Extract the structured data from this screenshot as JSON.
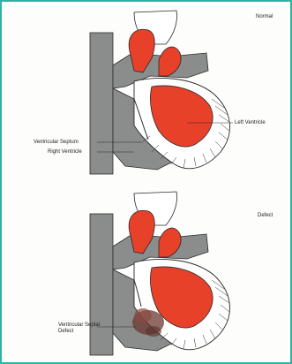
{
  "panels": {
    "normal": {
      "title": "Normal",
      "labels": {
        "ventricular_septum": "Ventricular Septum",
        "right_ventricle": "Right Ventricle",
        "left_ventricle": "Left Ventricle"
      }
    },
    "defect": {
      "title": "Defect",
      "labels": {
        "defect_line1": "Ventricular Septal",
        "defect_line2": "Defect"
      }
    }
  },
  "colors": {
    "frame": "#2fb3a6",
    "vessel_gray": "#8a8d8c",
    "chamber_red": "#e8412a",
    "outline": "#2a2a2a",
    "defect_spot": "#6b3a32"
  }
}
